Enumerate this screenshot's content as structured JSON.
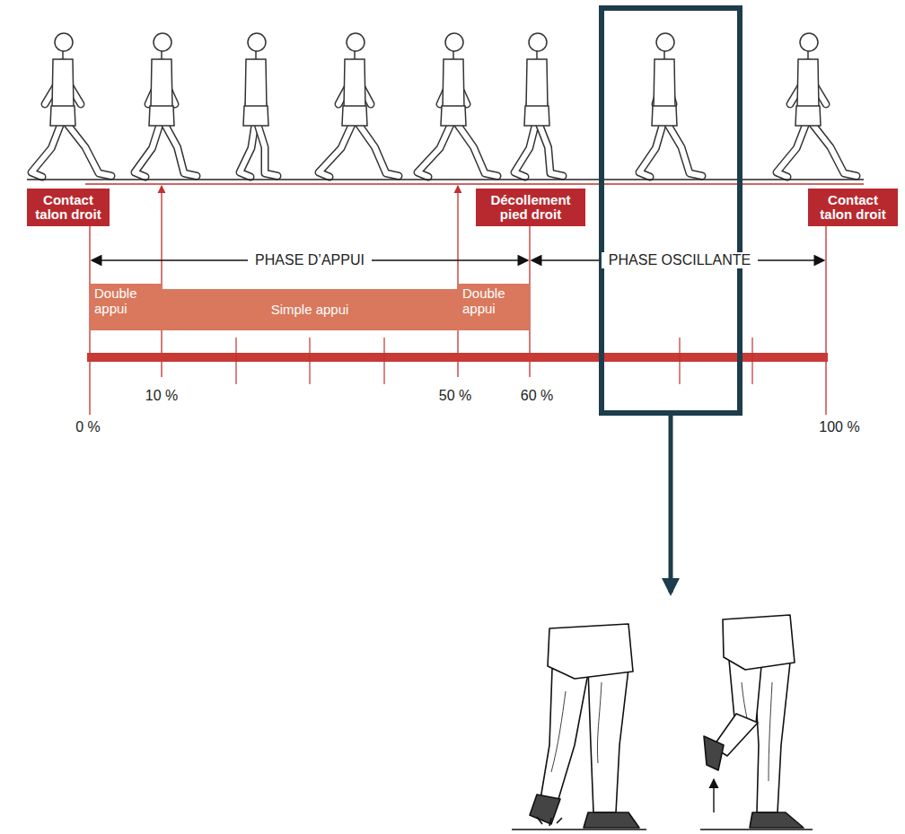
{
  "diagram": {
    "nodes": [
      {
        "text": [
          "Contact talon droit"
        ]
      },
      {
        "text": [
          "Décollement pied droit"
        ]
      },
      {
        "text": [
          "Contact talon droit"
        ]
      },
      {
        "text": [
          "Double appui"
        ]
      },
      {
        "text": [
          "Simple appui"
        ]
      },
      {
        "text": [
          "Double appui"
        ]
      }
    ],
    "labels": [
      "PHASE D’APPUI",
      "PHASE OSCILLANTE",
      "10 %",
      "50 %",
      "60 %",
      "0 %",
      "100 %"
    ]
  }
}
